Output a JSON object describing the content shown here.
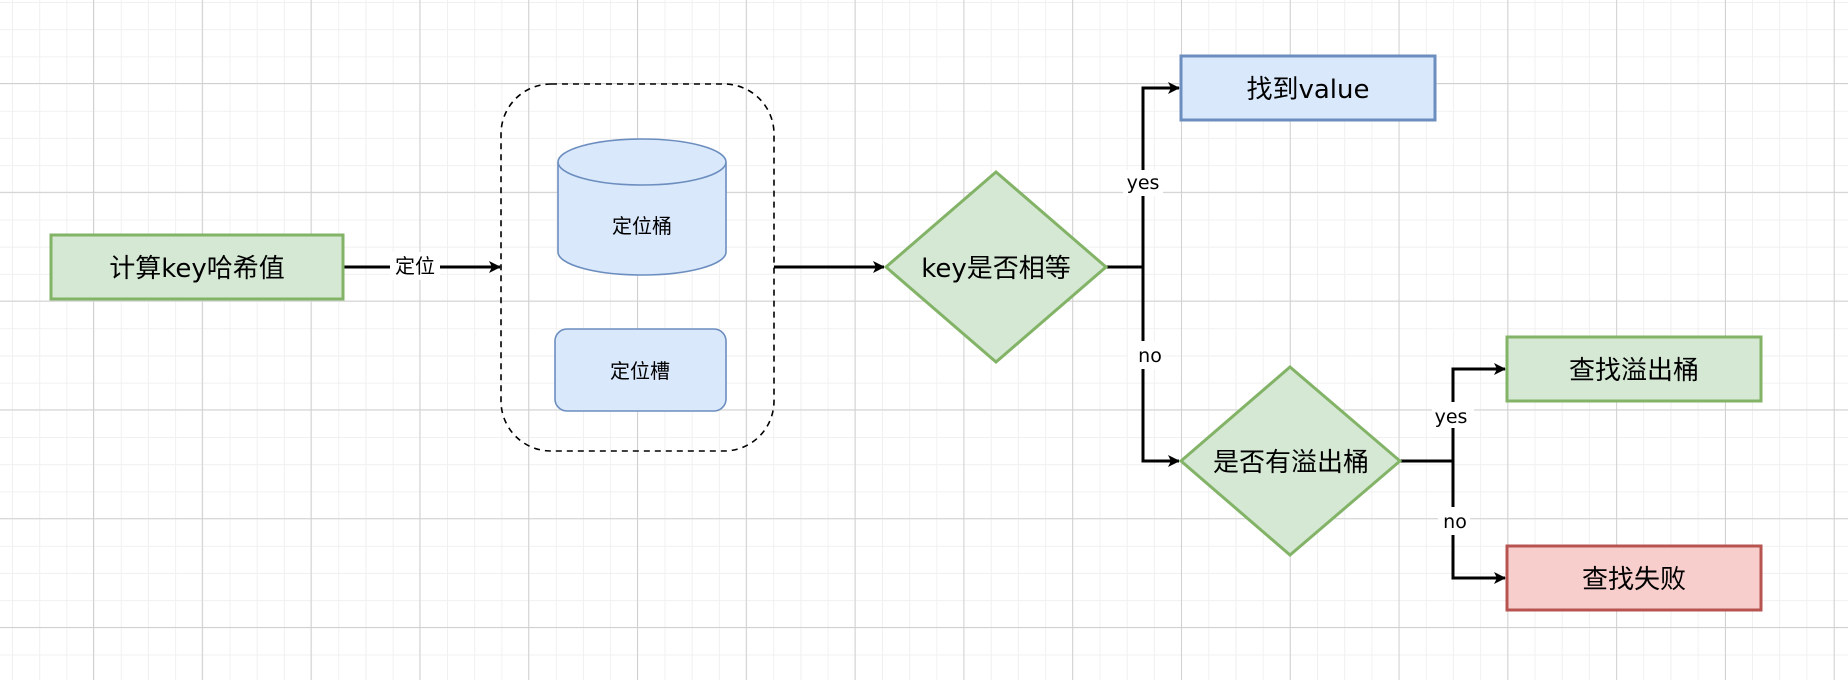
{
  "colors": {
    "green_fill": "#d5e8d4",
    "green_stroke": "#82b366",
    "blue_fill": "#dae8fc",
    "blue_stroke": "#6c8ebf",
    "red_fill": "#f8cecc",
    "red_stroke": "#b85450",
    "edge": "#000000"
  },
  "nodes": {
    "compute_hash": {
      "label": "计算key哈希值",
      "shape": "rectangle",
      "style": "green"
    },
    "locate_group": {
      "label": "",
      "shape": "dashed-rounded-container"
    },
    "locate_bucket": {
      "label": "定位桶",
      "shape": "cylinder",
      "style": "blue"
    },
    "locate_slot": {
      "label": "定位槽",
      "shape": "rounded-rectangle",
      "style": "blue"
    },
    "key_equal": {
      "label": "key是否相等",
      "shape": "diamond",
      "style": "green"
    },
    "found_value": {
      "label": "找到value",
      "shape": "rectangle",
      "style": "blue"
    },
    "has_overflow": {
      "label": "是否有溢出桶",
      "shape": "diamond",
      "style": "green"
    },
    "search_overflow": {
      "label": "查找溢出桶",
      "shape": "rectangle",
      "style": "green"
    },
    "search_failed": {
      "label": "查找失败",
      "shape": "rectangle",
      "style": "red"
    }
  },
  "edges": {
    "hash_to_locate": {
      "from": "compute_hash",
      "to": "locate_group",
      "label": "定位"
    },
    "locate_to_equal": {
      "from": "locate_group",
      "to": "key_equal",
      "label": ""
    },
    "equal_yes": {
      "from": "key_equal",
      "to": "found_value",
      "label": "yes"
    },
    "equal_no": {
      "from": "key_equal",
      "to": "has_overflow",
      "label": "no"
    },
    "overflow_yes": {
      "from": "has_overflow",
      "to": "search_overflow",
      "label": "yes"
    },
    "overflow_no": {
      "from": "has_overflow",
      "to": "search_failed",
      "label": "no"
    }
  }
}
